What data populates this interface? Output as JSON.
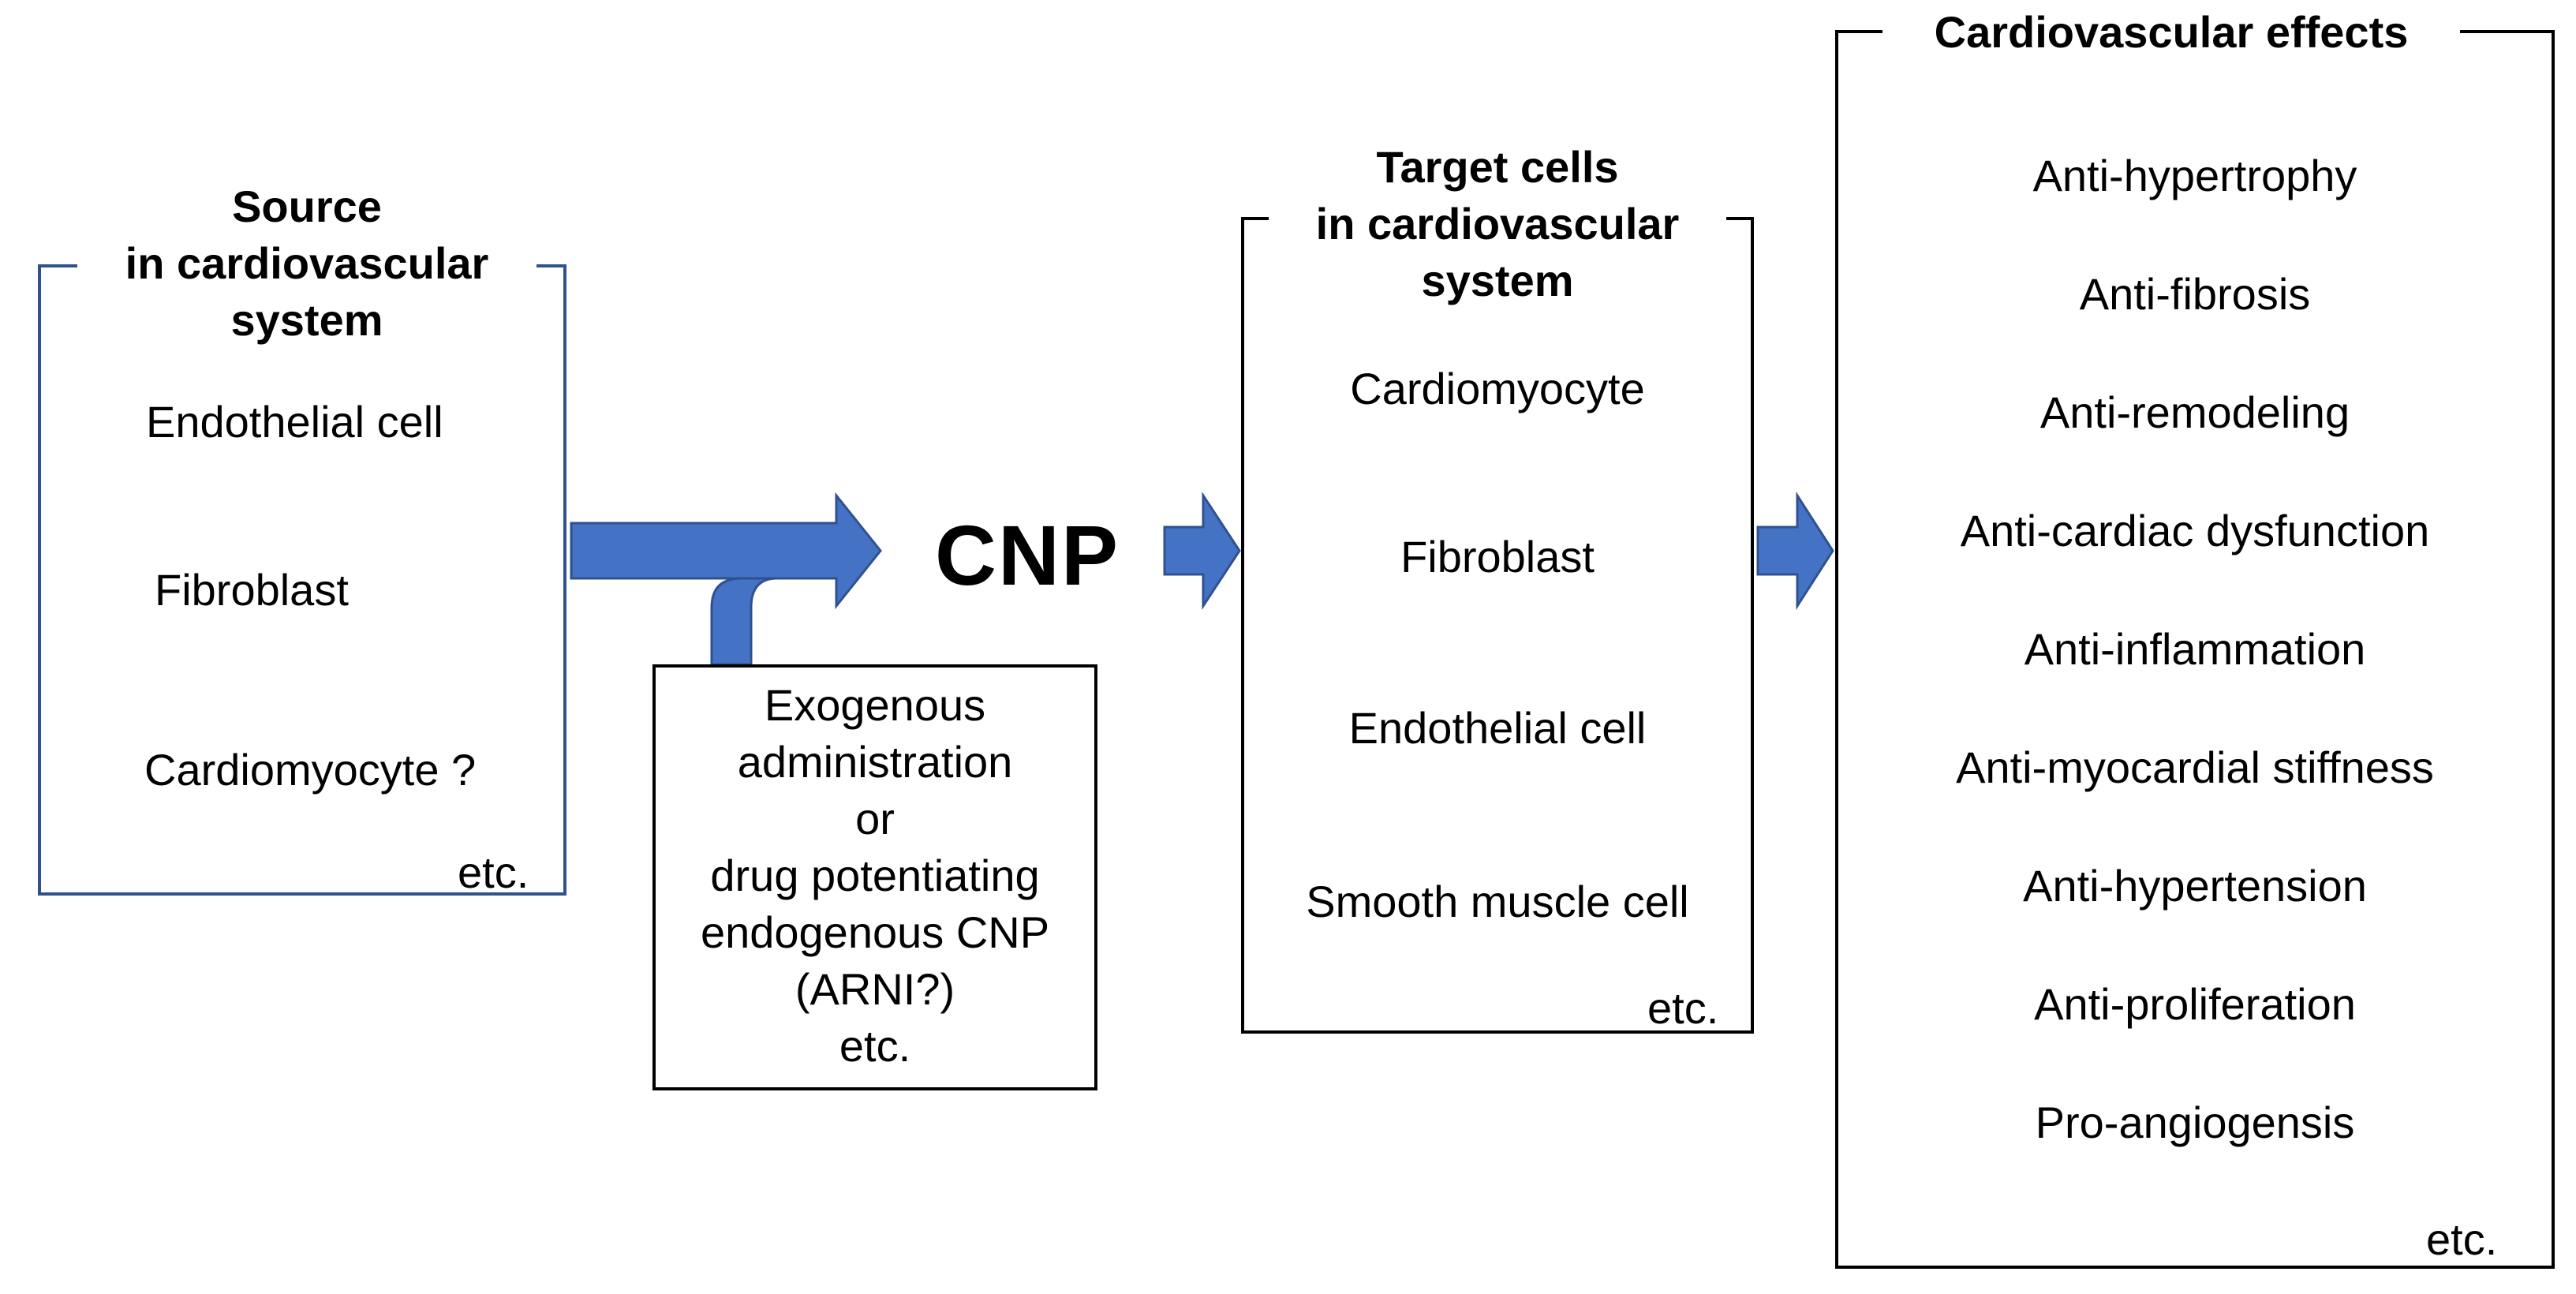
{
  "colors": {
    "arrow": "#4472c4",
    "arrow_stroke": "#2f528f",
    "source_box_border": "#2f528f",
    "box_border": "#000000",
    "text": "#000000"
  },
  "source": {
    "heading_lines": [
      "Source",
      "in cardiovascular",
      "system"
    ],
    "items": [
      "Endothelial cell",
      "Fibroblast",
      "Cardiomyocyte ?"
    ],
    "etc": "etc."
  },
  "center": {
    "label": "CNP"
  },
  "exogenous": {
    "lines": [
      "Exogenous",
      "administration",
      "or",
      "drug potentiating",
      "endogenous CNP",
      "(ARNI?)",
      "etc."
    ]
  },
  "target": {
    "heading_lines": [
      "Target cells",
      "in cardiovascular",
      "system"
    ],
    "items": [
      "Cardiomyocyte",
      "Fibroblast",
      "Endothelial cell",
      "Smooth muscle cell"
    ],
    "etc": "etc."
  },
  "effects": {
    "heading": "Cardiovascular effects",
    "items": [
      "Anti-hypertrophy",
      "Anti-fibrosis",
      "Anti-remodeling",
      "Anti-cardiac dysfunction",
      "Anti-inflammation",
      "Anti-myocardial stiffness",
      "Anti-hypertension",
      "Anti-proliferation",
      "Pro-angiogensis"
    ],
    "etc": "etc."
  }
}
